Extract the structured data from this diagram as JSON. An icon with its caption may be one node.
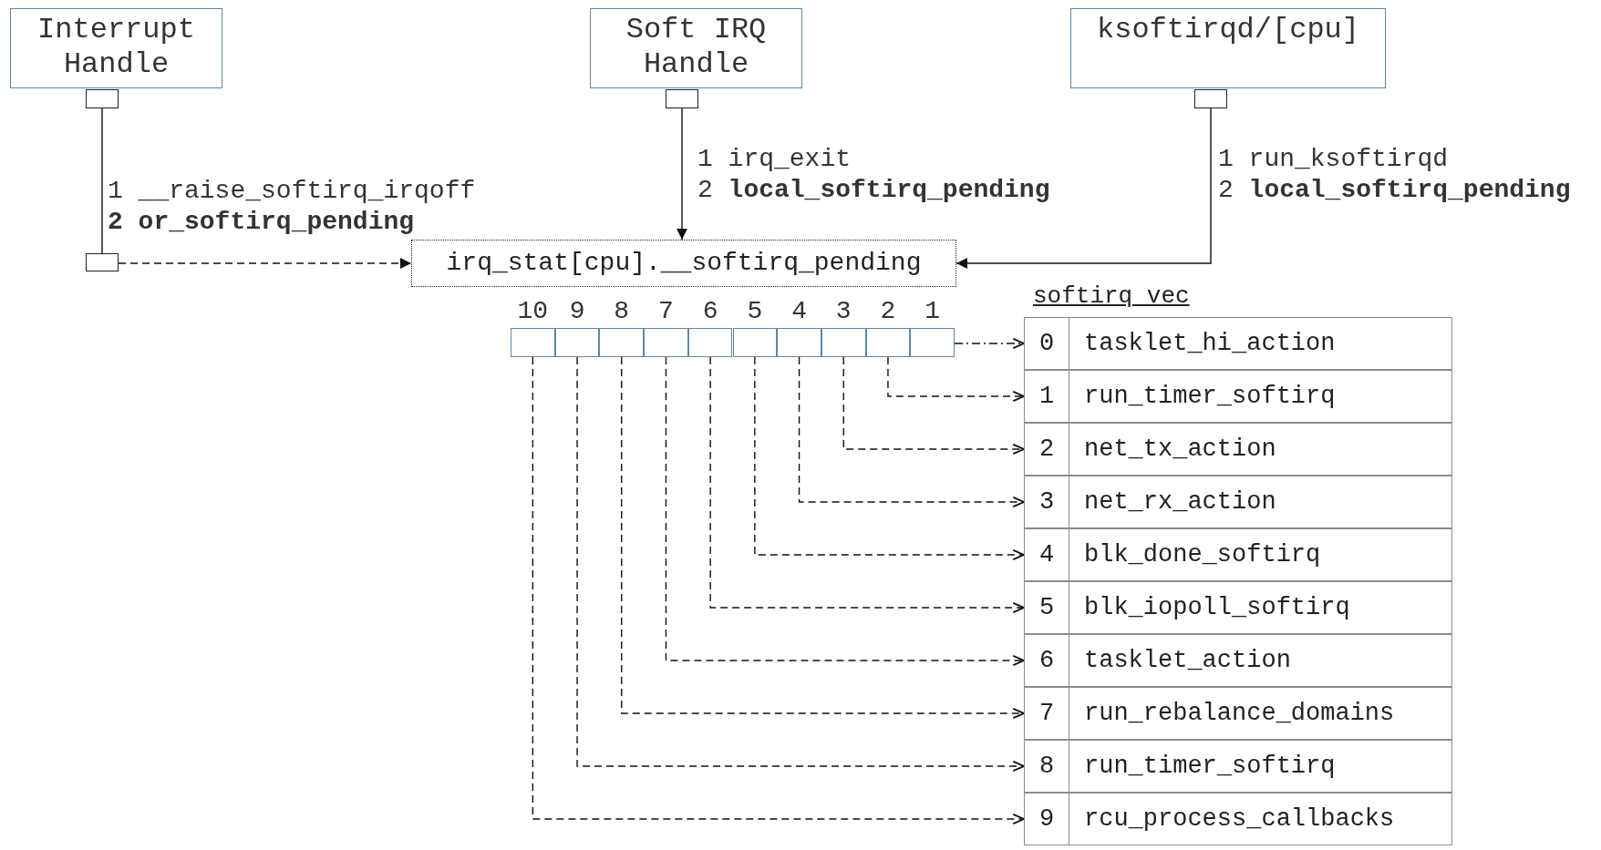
{
  "diagram": {
    "nodes": [
      {
        "text": [
          "Interrupt Handle"
        ]
      },
      {
        "text": [
          "Soft IRQ Handle"
        ]
      },
      {
        "text": [
          "ksoftirqd/[cpu]"
        ]
      },
      {
        "text": [],
        "shape": "box"
      },
      {
        "text": [],
        "shape": "box"
      },
      {
        "text": [],
        "shape": "box"
      },
      {
        "text": [],
        "shape": "box"
      },
      {
        "text": [
          "irq_stat[cpu].__softirq_pending"
        ]
      },
      {
        "text": [],
        "shape": "box"
      },
      {
        "text": [],
        "shape": "box"
      },
      {
        "text": [],
        "shape": "box"
      },
      {
        "text": [],
        "shape": "box"
      },
      {
        "text": [],
        "shape": "box"
      },
      {
        "text": [],
        "shape": "box"
      },
      {
        "text": [],
        "shape": "box"
      },
      {
        "text": [],
        "shape": "box"
      },
      {
        "text": [],
        "shape": "box"
      },
      {
        "text": [],
        "shape": "box"
      },
      {
        "text": [
          "softirq_vec"
        ]
      },
      {
        "text": [
          "0",
          "tasklet_hi_action"
        ],
        "in": 18
      },
      {
        "text": [
          "1",
          "run_timer_softirq"
        ],
        "in": 18
      },
      {
        "text": [
          "2",
          "net_tx_action"
        ],
        "in": 18
      },
      {
        "text": [
          "3",
          "net_rx_action"
        ],
        "in": 18
      },
      {
        "text": [
          "4",
          "blk_done_softirq"
        ],
        "in": 18
      },
      {
        "text": [
          "5",
          "blk_iopoll_softirq"
        ],
        "in": 18
      },
      {
        "text": [
          "6",
          "tasklet_action"
        ],
        "in": 18
      },
      {
        "text": [
          "7",
          "run_rebalance_domains"
        ],
        "in": 18
      },
      {
        "text": [
          "8",
          "run_timer_softirq"
        ],
        "in": 18
      },
      {
        "text": [
          "9",
          "rcu_process_callbacks"
        ],
        "in": 18
      }
    ],
    "edges": [
      {
        "from": 3,
        "to": 6,
        "arrow": "none"
      },
      {
        "from": 6,
        "to": 7,
        "arrow": "to",
        "style": "dashed"
      },
      {
        "from": 4,
        "to": 7,
        "arrow": "to"
      },
      {
        "from": 5,
        "to": 7,
        "arrow": "to"
      },
      {
        "from": 17,
        "to": 19,
        "arrow": "to",
        "style": "dashed"
      },
      {
        "from": 16,
        "to": 20,
        "arrow": "to",
        "style": "dashed"
      },
      {
        "from": 15,
        "to": 21,
        "arrow": "to",
        "style": "dashed"
      },
      {
        "from": 14,
        "to": 22,
        "arrow": "to",
        "style": "dashed"
      },
      {
        "from": 13,
        "to": 23,
        "arrow": "to",
        "style": "dashed"
      },
      {
        "from": 12,
        "to": 24,
        "arrow": "to",
        "style": "dashed"
      },
      {
        "from": 11,
        "to": 25,
        "arrow": "to",
        "style": "dashed"
      },
      {
        "from": 10,
        "to": 26,
        "arrow": "to",
        "style": "dashed"
      },
      {
        "from": 9,
        "to": 27,
        "arrow": "to",
        "style": "dashed"
      },
      {
        "from": 8,
        "to": 28,
        "arrow": "to",
        "style": "dashed"
      }
    ],
    "labels": [
      "1 __raise_softirq_irqoff",
      "2 or_softirq_pending",
      "1 irq_exit",
      "2 **local_softirq_pending**",
      "1 run_ksoftirqd",
      "2 **local_softirq_pending**",
      "10",
      "9",
      "8",
      "7",
      "6",
      "5",
      "4",
      "3",
      "2",
      "1"
    ]
  }
}
